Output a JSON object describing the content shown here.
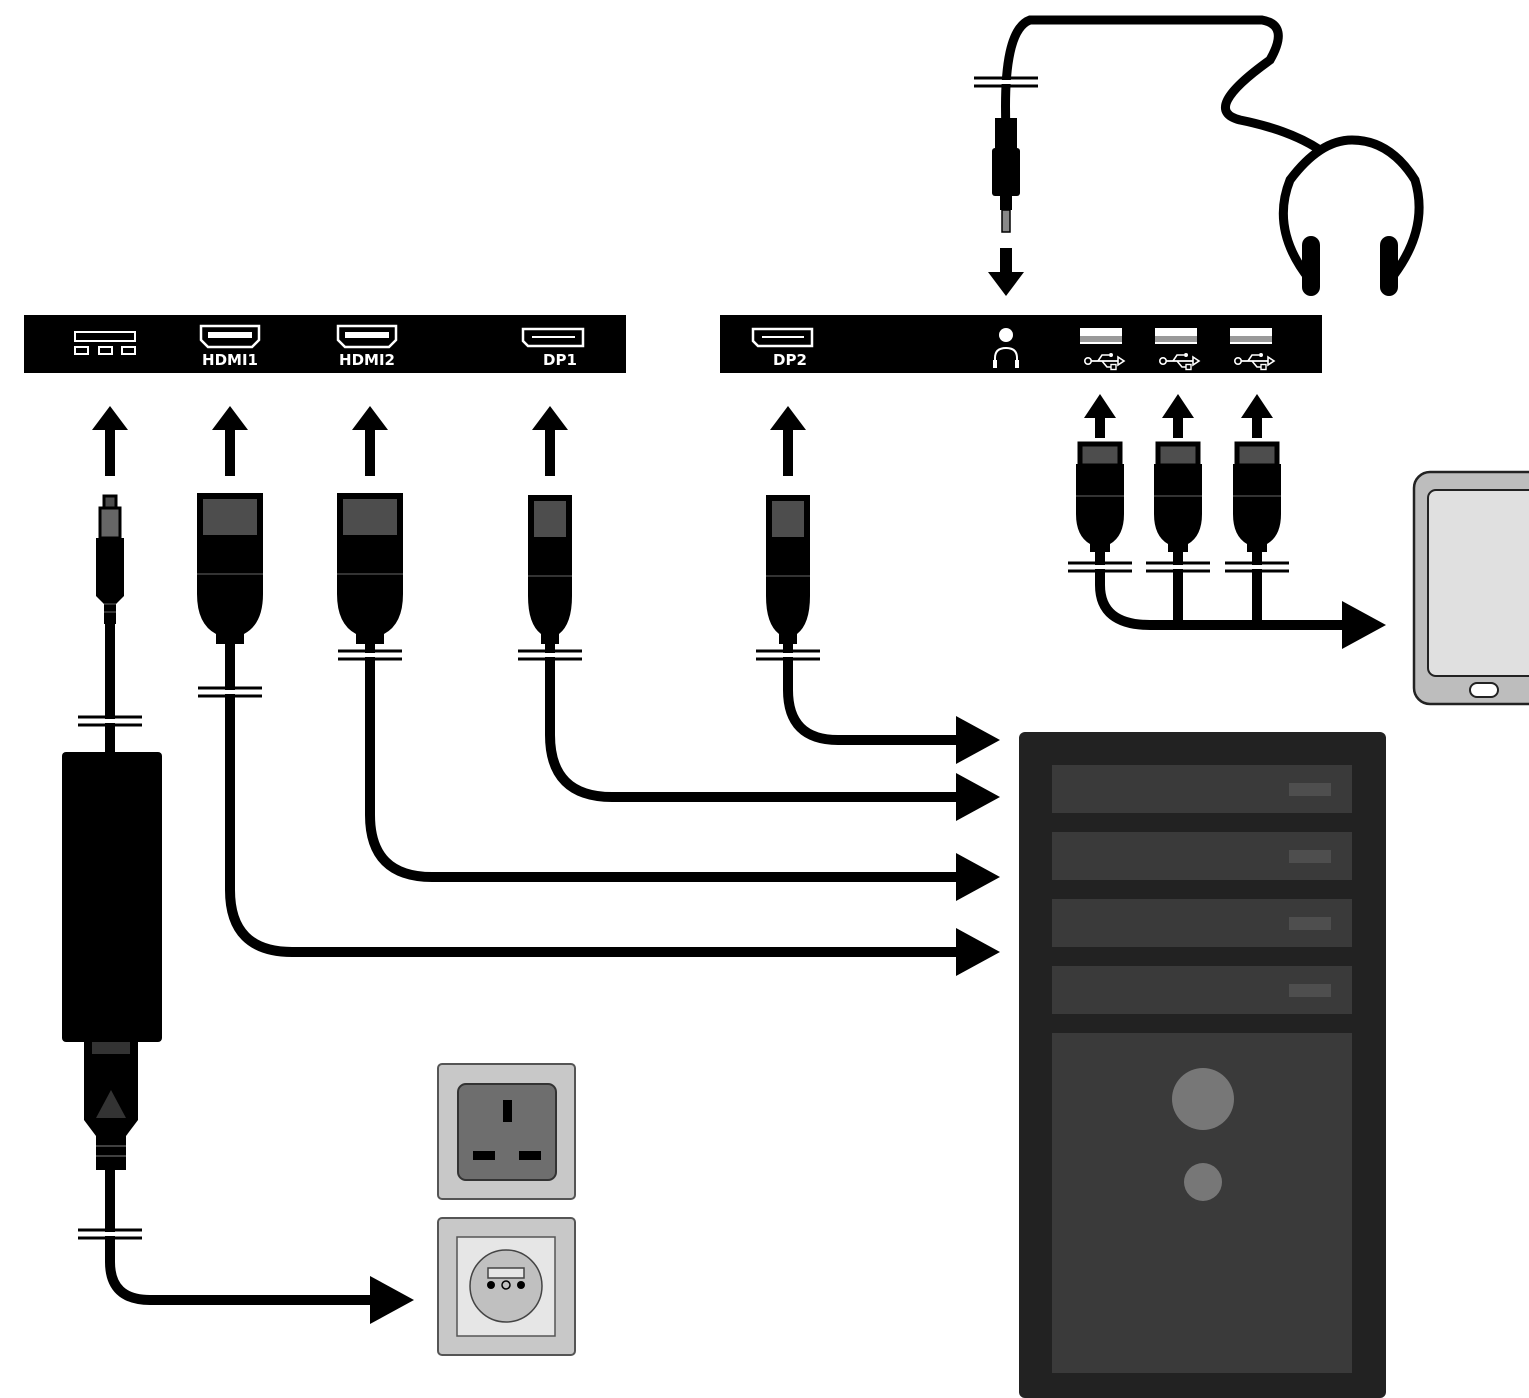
{
  "left_panel": {
    "ports": [
      {
        "id": "power",
        "label": ""
      },
      {
        "id": "hdmi1",
        "label": "HDMI1"
      },
      {
        "id": "hdmi2",
        "label": "HDMI2"
      },
      {
        "id": "dp1",
        "label": "DP1"
      }
    ]
  },
  "right_panel": {
    "ports": [
      {
        "id": "dp2",
        "label": "DP2"
      },
      {
        "id": "headphone",
        "label": ""
      },
      {
        "id": "usb1",
        "label": ""
      },
      {
        "id": "usb2",
        "label": ""
      },
      {
        "id": "usb3",
        "label": ""
      }
    ]
  },
  "colors": {
    "panel": "#000000",
    "cable": "#000000",
    "connector_body": "#000000",
    "connector_tip": "#4d4d4d",
    "pc_case": "#222222",
    "pc_bay": "#3a3a3a",
    "pc_bay_light": "#4e4e4e",
    "pc_button": "#777777",
    "socket_frame": "#c8c8c8",
    "socket_inner_uk": "#6e6e6e",
    "socket_inner_eu": "#e6e6e6",
    "tablet_body": "#bdbdbd",
    "tablet_screen": "#e0e0e0",
    "usb_port_fill": "#cfcfcf"
  },
  "icons": [
    "power-port-icon",
    "hdmi-port-icon",
    "displayport-icon",
    "headphone-jack-icon",
    "headphone-icon",
    "usb-icon",
    "pc-tower-icon",
    "tablet-icon",
    "uk-socket-icon",
    "eu-socket-icon",
    "power-adapter-icon",
    "arrow-icon"
  ]
}
